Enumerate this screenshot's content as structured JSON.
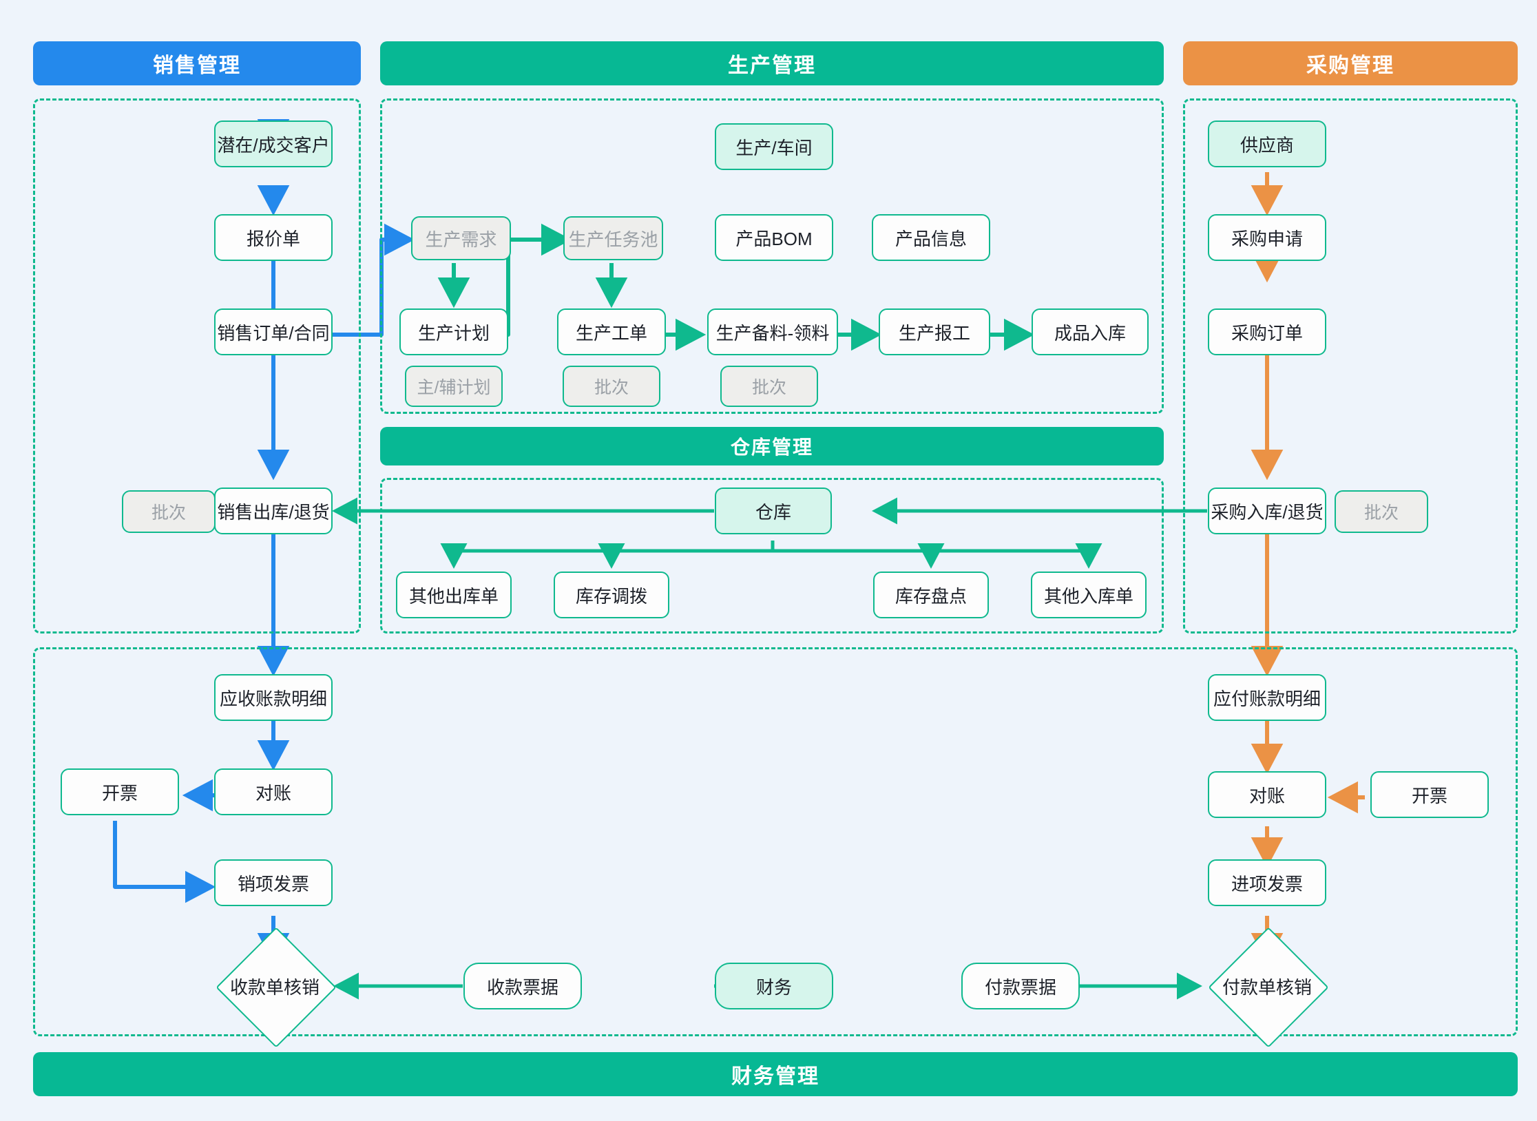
{
  "banners": {
    "sales": "销售管理",
    "production": "生产管理",
    "purchasing": "采购管理",
    "warehouse": "仓库管理",
    "finance": "财务管理"
  },
  "colors": {
    "sales_blue": "#2489ec",
    "production_green": "#07b894",
    "purchasing_orange": "#eb9245",
    "node_border": "#0fb98e",
    "tint_fill": "#d6f5ec",
    "muted_fill": "#eeeeec",
    "muted_text": "#9aa0a6",
    "canvas": "#eef4fb"
  },
  "nodes": {
    "customer": "潜在/成交客户",
    "quotation": "报价单",
    "sales_order": "销售订单/合同",
    "sales_batch": "批次",
    "sales_delivery": "销售出库/退货",
    "prod_workshop": "生产/车间",
    "prod_demand": "生产需求",
    "prod_task_pool": "生产任务池",
    "product_bom": "产品BOM",
    "product_info": "产品信息",
    "prod_plan": "生产计划",
    "prod_plan_sub": "主/辅计划",
    "work_order": "生产工单",
    "work_order_sub": "批次",
    "material_prep": "生产备料-领料",
    "material_prep_sub": "批次",
    "prod_report": "生产报工",
    "finished_in": "成品入库",
    "warehouse": "仓库",
    "other_out": "其他出库单",
    "stock_transfer": "库存调拨",
    "stock_count": "库存盘点",
    "other_in": "其他入库单",
    "supplier": "供应商",
    "purchase_request": "采购申请",
    "purchase_order": "采购订单",
    "purchase_in": "采购入库/退货",
    "purchase_batch": "批次",
    "ar_detail": "应收账款明细",
    "ar_recon": "对账",
    "ar_invoice_issue": "开票",
    "output_invoice": "销项发票",
    "receipt_writeoff": "收款单核销",
    "receipt_note": "收款票据",
    "finance": "财务",
    "payment_note": "付款票据",
    "payment_writeoff": "付款单核销",
    "ap_detail": "应付账款明细",
    "ap_recon": "对账",
    "ap_invoice_issue": "开票",
    "input_invoice": "进项发票"
  }
}
